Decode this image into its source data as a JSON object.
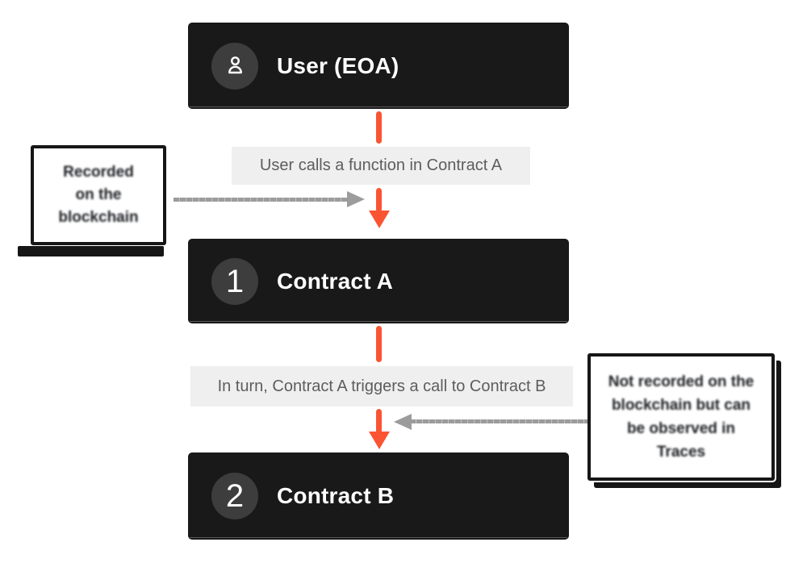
{
  "diagram": {
    "background": "#ffffff",
    "colors": {
      "node_bg": "#191919",
      "node_text": "#ffffff",
      "badge_bg": "#3d3d3d",
      "arrow_accent": "#fa5433",
      "arrow_gray": "#9c9c9c",
      "edge_label_bg": "#efefef",
      "edge_label_text": "#5d5d5d",
      "callout_border": "#161616"
    },
    "nodes": [
      {
        "id": "user",
        "label": "User (EOA)",
        "icon": "user-icon"
      },
      {
        "id": "contract-a",
        "label": "Contract A",
        "badge": "1"
      },
      {
        "id": "contract-b",
        "label": "Contract B",
        "badge": "2"
      }
    ],
    "edges": [
      {
        "from": "user",
        "to": "contract-a",
        "label": "User calls a function in Contract A"
      },
      {
        "from": "contract-a",
        "to": "contract-b",
        "label": "In turn, Contract A triggers a call to Contract B"
      }
    ],
    "callouts": [
      {
        "side": "left",
        "text": "Recorded on the blockchain",
        "lines": {
          "0": "Recorded",
          "1": "on the",
          "2": "blockchain"
        }
      },
      {
        "side": "right",
        "text": "Not recorded on the blockchain but can be observed in Traces",
        "lines": {
          "0": "Not recorded on the",
          "1": "blockchain but can",
          "2": "be observed in",
          "3": "Traces"
        }
      }
    ]
  }
}
